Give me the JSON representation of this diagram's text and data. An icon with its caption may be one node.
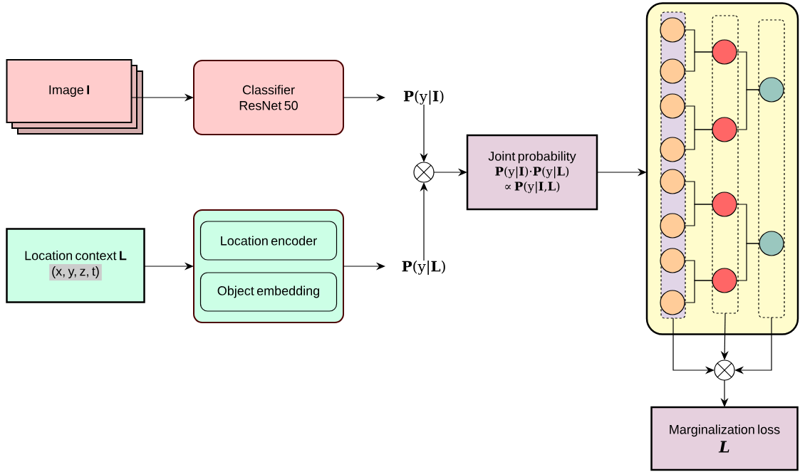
{
  "diagram": {
    "nodes": [
      {
        "text": [
          "Image **I**"
        ]
      },
      {
        "text": [
          "Classifier ResNet 50"
        ]
      },
      {
        "text": [
          "**P**(y|**I**)"
        ]
      },
      {
        "text": [],
        "shape": "circle"
      },
      {
        "text": [
          "Joint probability",
          "**P**(y|**I**)·**P**(y|**L**) ∝ **P**(y|**I**,**L**)"
        ]
      },
      {
        "text": [
          "Location context **L**",
          "(x, y, z, t)"
        ]
      },
      {
        "text": [],
        "shape": "box"
      },
      {
        "text": [
          "Location encoder"
        ],
        "in": 6
      },
      {
        "text": [
          "Object embedding"
        ],
        "in": 6
      },
      {
        "text": [
          "**P**(y|**L**)"
        ]
      },
      {
        "text": [],
        "shape": "box"
      },
      {
        "text": [],
        "shape": "box",
        "in": 10
      },
      {
        "text": [],
        "shape": "box",
        "in": 10
      },
      {
        "text": [],
        "shape": "box",
        "in": 10
      },
      {
        "text": [],
        "shape": "circle",
        "in": 11
      },
      {
        "text": [],
        "shape": "circle",
        "in": 11
      },
      {
        "text": [],
        "shape": "circle",
        "in": 11
      },
      {
        "text": [],
        "shape": "circle",
        "in": 11
      },
      {
        "text": [],
        "shape": "circle",
        "in": 11
      },
      {
        "text": [],
        "shape": "circle",
        "in": 11
      },
      {
        "text": [],
        "shape": "circle",
        "in": 11
      },
      {
        "text": [],
        "shape": "circle",
        "in": 11
      },
      {
        "text": [],
        "shape": "circle",
        "in": 12
      },
      {
        "text": [],
        "shape": "circle",
        "in": 12
      },
      {
        "text": [],
        "shape": "circle",
        "in": 12
      },
      {
        "text": [],
        "shape": "circle",
        "in": 12
      },
      {
        "text": [],
        "shape": "circle",
        "in": 13
      },
      {
        "text": [],
        "shape": "circle",
        "in": 13
      },
      {
        "text": [],
        "shape": "circle"
      },
      {
        "text": [
          "Marginalization loss",
          "L"
        ]
      }
    ],
    "edges": [
      {
        "from": 0,
        "to": 1,
        "arrow": "to"
      },
      {
        "from": 1,
        "to": 2,
        "arrow": "to"
      },
      {
        "from": 2,
        "to": 3,
        "arrow": "to"
      },
      {
        "from": 9,
        "to": 3,
        "arrow": "to"
      },
      {
        "from": 3,
        "to": 4,
        "arrow": "to"
      },
      {
        "from": 5,
        "to": 6,
        "arrow": "to"
      },
      {
        "from": 6,
        "to": 9,
        "arrow": "to"
      },
      {
        "from": 4,
        "to": 10,
        "arrow": "to"
      },
      {
        "from": 14,
        "to": 22,
        "arrow": "none"
      },
      {
        "from": 15,
        "to": 22,
        "arrow": "none"
      },
      {
        "from": 16,
        "to": 23,
        "arrow": "none"
      },
      {
        "from": 17,
        "to": 23,
        "arrow": "none"
      },
      {
        "from": 18,
        "to": 24,
        "arrow": "none"
      },
      {
        "from": 19,
        "to": 24,
        "arrow": "none"
      },
      {
        "from": 20,
        "to": 25,
        "arrow": "none"
      },
      {
        "from": 21,
        "to": 25,
        "arrow": "none"
      },
      {
        "from": 22,
        "to": 26,
        "arrow": "none"
      },
      {
        "from": 23,
        "to": 26,
        "arrow": "none"
      },
      {
        "from": 24,
        "to": 27,
        "arrow": "none"
      },
      {
        "from": 25,
        "to": 27,
        "arrow": "none"
      },
      {
        "from": 11,
        "to": 28,
        "arrow": "to"
      },
      {
        "from": 12,
        "to": 28,
        "arrow": "to"
      },
      {
        "from": 13,
        "to": 28,
        "arrow": "to"
      },
      {
        "from": 28,
        "to": 29,
        "arrow": "to"
      }
    ]
  }
}
